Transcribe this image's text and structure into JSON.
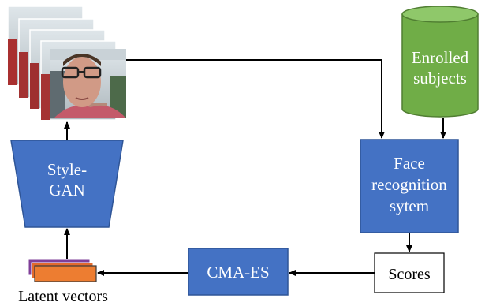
{
  "nodes": {
    "stylegan": {
      "line1": "Style-",
      "line2": "GAN"
    },
    "enrolled": {
      "line1": "Enrolled",
      "line2": "subjects"
    },
    "face_recognition": {
      "line1": "Face",
      "line2": "recognition",
      "line3": "sytem"
    },
    "scores": {
      "label": "Scores"
    },
    "cmaes": {
      "label": "CMA-ES"
    },
    "latent": {
      "label": "Latent vectors"
    }
  },
  "colors": {
    "blue_box": "#4472c4",
    "blue_border": "#2f5597",
    "green_cylinder": "#70ad47",
    "green_border": "#507e32",
    "latent_orange": "#ed7d31",
    "latent_back": "#7f3f98",
    "arrow": "#000000"
  }
}
